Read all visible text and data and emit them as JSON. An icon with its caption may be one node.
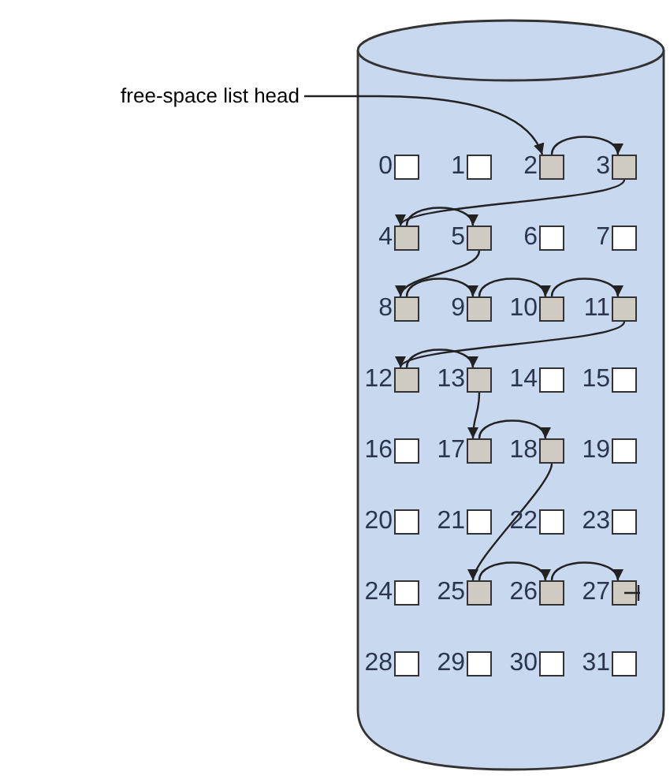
{
  "diagram": {
    "nodes": [
      {
        "text": [
          "free-space list head"
        ]
      },
      {
        "text": [],
        "shape": "cylinder"
      },
      {
        "text": [],
        "shape": "box",
        "in": 1,
        "beside": [
          "0"
        ]
      },
      {
        "text": [],
        "shape": "box",
        "in": 1,
        "beside": [
          "1"
        ]
      },
      {
        "text": [],
        "shape": "box",
        "in": 1,
        "beside": [
          "2"
        ]
      },
      {
        "text": [],
        "shape": "box",
        "in": 1,
        "beside": [
          "3"
        ]
      },
      {
        "text": [],
        "shape": "box",
        "in": 1,
        "beside": [
          "4"
        ]
      },
      {
        "text": [],
        "shape": "box",
        "in": 1,
        "beside": [
          "5"
        ]
      },
      {
        "text": [],
        "shape": "box",
        "in": 1,
        "beside": [
          "6"
        ]
      },
      {
        "text": [],
        "shape": "box",
        "in": 1,
        "beside": [
          "7"
        ]
      },
      {
        "text": [],
        "shape": "box",
        "in": 1,
        "beside": [
          "8"
        ]
      },
      {
        "text": [],
        "shape": "box",
        "in": 1,
        "beside": [
          "9"
        ]
      },
      {
        "text": [],
        "shape": "box",
        "in": 1,
        "beside": [
          "10"
        ]
      },
      {
        "text": [],
        "shape": "box",
        "in": 1,
        "beside": [
          "11"
        ]
      },
      {
        "text": [],
        "shape": "box",
        "in": 1,
        "beside": [
          "12"
        ]
      },
      {
        "text": [],
        "shape": "box",
        "in": 1,
        "beside": [
          "13"
        ]
      },
      {
        "text": [],
        "shape": "box",
        "in": 1,
        "beside": [
          "14"
        ]
      },
      {
        "text": [],
        "shape": "box",
        "in": 1,
        "beside": [
          "15"
        ]
      },
      {
        "text": [],
        "shape": "box",
        "in": 1,
        "beside": [
          "16"
        ]
      },
      {
        "text": [],
        "shape": "box",
        "in": 1,
        "beside": [
          "17"
        ]
      },
      {
        "text": [],
        "shape": "box",
        "in": 1,
        "beside": [
          "18"
        ]
      },
      {
        "text": [],
        "shape": "box",
        "in": 1,
        "beside": [
          "19"
        ]
      },
      {
        "text": [],
        "shape": "box",
        "in": 1,
        "beside": [
          "20"
        ]
      },
      {
        "text": [],
        "shape": "box",
        "in": 1,
        "beside": [
          "21"
        ]
      },
      {
        "text": [],
        "shape": "box",
        "in": 1,
        "beside": [
          "22"
        ]
      },
      {
        "text": [],
        "shape": "box",
        "in": 1,
        "beside": [
          "23"
        ]
      },
      {
        "text": [],
        "shape": "box",
        "in": 1,
        "beside": [
          "24"
        ]
      },
      {
        "text": [],
        "shape": "box",
        "in": 1,
        "beside": [
          "25"
        ]
      },
      {
        "text": [],
        "shape": "box",
        "in": 1,
        "beside": [
          "26"
        ]
      },
      {
        "text": [],
        "shape": "box",
        "in": 1,
        "beside": [
          "27"
        ]
      },
      {
        "text": [],
        "shape": "box",
        "in": 1,
        "beside": [
          "28"
        ]
      },
      {
        "text": [],
        "shape": "box",
        "in": 1,
        "beside": [
          "29"
        ]
      },
      {
        "text": [],
        "shape": "box",
        "in": 1,
        "beside": [
          "30"
        ]
      },
      {
        "text": [],
        "shape": "box",
        "in": 1,
        "beside": [
          "31"
        ]
      }
    ],
    "edges": [
      {
        "from": 0,
        "to": 4,
        "arrow": "to"
      },
      {
        "from": 4,
        "to": 5,
        "arrow": "to"
      },
      {
        "from": 5,
        "to": 6,
        "arrow": "to"
      },
      {
        "from": 6,
        "to": 7,
        "arrow": "to"
      },
      {
        "from": 7,
        "to": 10,
        "arrow": "to"
      },
      {
        "from": 10,
        "to": 11,
        "arrow": "to"
      },
      {
        "from": 11,
        "to": 12,
        "arrow": "to"
      },
      {
        "from": 12,
        "to": 13,
        "arrow": "to"
      },
      {
        "from": 13,
        "to": 14,
        "arrow": "to"
      },
      {
        "from": 14,
        "to": 15,
        "arrow": "to"
      },
      {
        "from": 15,
        "to": 19,
        "arrow": "to"
      },
      {
        "from": 19,
        "to": 20,
        "arrow": "to"
      },
      {
        "from": 20,
        "to": 27,
        "arrow": "to"
      },
      {
        "from": 27,
        "to": 28,
        "arrow": "to"
      },
      {
        "from": 28,
        "to": 29,
        "arrow": "to"
      }
    ]
  }
}
